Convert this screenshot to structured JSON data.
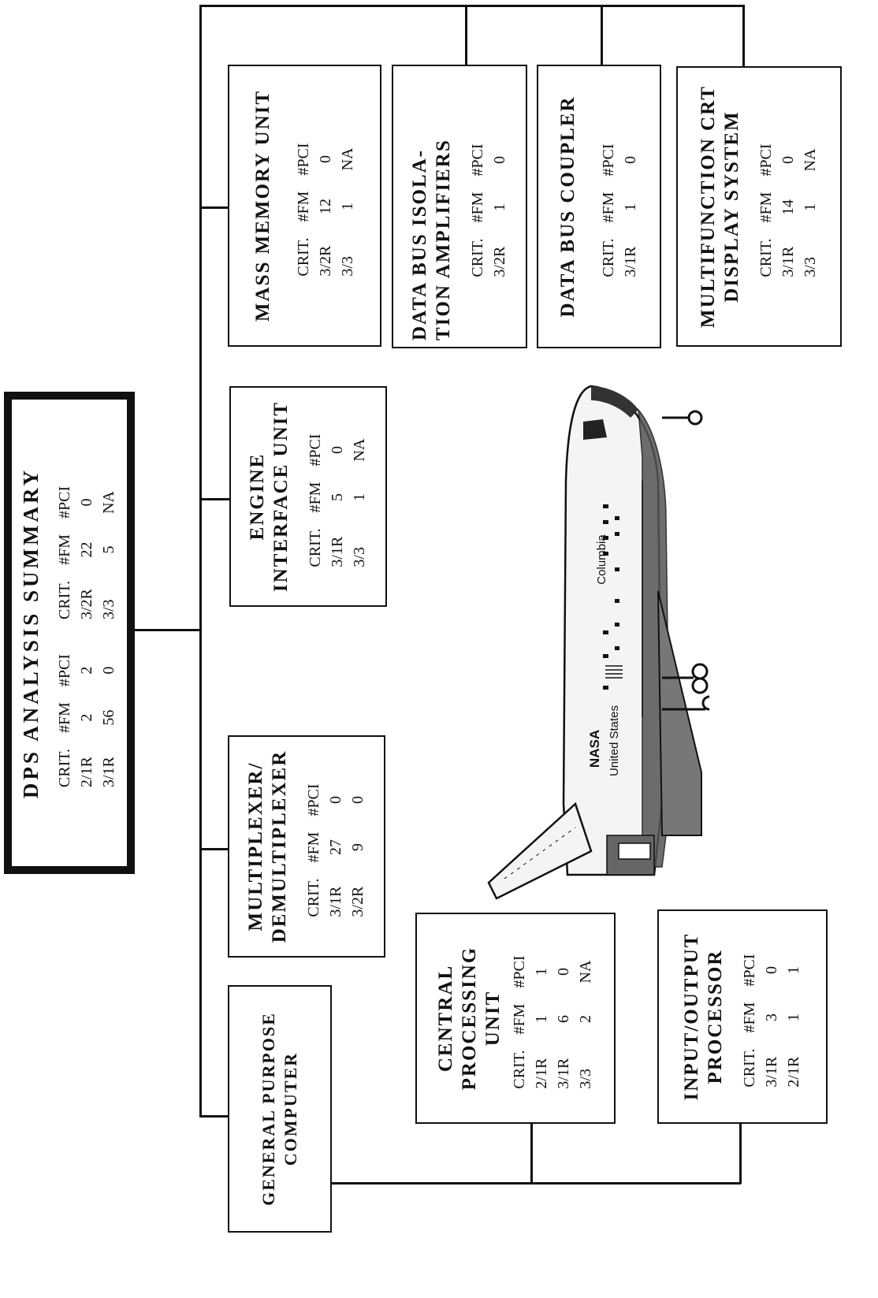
{
  "summary": {
    "title": "DPS ANALYSIS SUMMARY",
    "header": [
      "CRIT.",
      "#FM",
      "#PCI"
    ],
    "left_rows": [
      [
        "2/1R",
        "2",
        "2"
      ],
      [
        "3/1R",
        "56",
        "0"
      ]
    ],
    "right_rows": [
      [
        "3/2R",
        "22",
        "0"
      ],
      [
        "3/3",
        "5",
        "NA"
      ]
    ]
  },
  "gpc": {
    "title_line1": "GENERAL PURPOSE",
    "title_line2": "COMPUTER"
  },
  "cpu": {
    "title_line1": "CENTRAL",
    "title_line2": "PROCESSING",
    "title_line3": "UNIT",
    "header": [
      "CRIT.",
      "#FM",
      "#PCI"
    ],
    "rows": [
      [
        "2/1R",
        "1",
        "1"
      ],
      [
        "3/1R",
        "6",
        "0"
      ],
      [
        "3/3",
        "2",
        "NA"
      ]
    ]
  },
  "iop": {
    "title_line1": "INPUT/OUTPUT",
    "title_line2": "PROCESSOR",
    "header": [
      "CRIT.",
      "#FM",
      "#PCI"
    ],
    "rows": [
      [
        "3/1R",
        "3",
        "0"
      ],
      [
        "2/1R",
        "1",
        "1"
      ]
    ]
  },
  "mdm": {
    "title_line1": "MULTIPLEXER/",
    "title_line2": "DEMULTIPLEXER",
    "header": [
      "CRIT.",
      "#FM",
      "#PCI"
    ],
    "rows": [
      [
        "3/1R",
        "27",
        "0"
      ],
      [
        "3/2R",
        "9",
        "0"
      ]
    ]
  },
  "eiu": {
    "title_line1": "ENGINE",
    "title_line2": "INTERFACE UNIT",
    "header": [
      "CRIT.",
      "#FM",
      "#PCI"
    ],
    "rows": [
      [
        "3/1R",
        "5",
        "0"
      ],
      [
        "3/3",
        "1",
        "NA"
      ]
    ]
  },
  "mmu": {
    "title_line1": "MASS MEMORY UNIT",
    "header": [
      "CRIT.",
      "#FM",
      "#PCI"
    ],
    "rows": [
      [
        "3/2R",
        "12",
        "0"
      ],
      [
        "3/3",
        "1",
        "NA"
      ]
    ]
  },
  "dbia": {
    "title_line1": "DATA BUS ISOLA-",
    "title_line2": "TION AMPLIFIERS",
    "header": [
      "CRIT.",
      "#FM",
      "#PCI"
    ],
    "rows": [
      [
        "3/2R",
        "1",
        "0"
      ]
    ]
  },
  "dbc": {
    "title_line1": "DATA BUS COUPLER",
    "header": [
      "CRIT.",
      "#FM",
      "#PCI"
    ],
    "rows": [
      [
        "3/1R",
        "1",
        "0"
      ]
    ]
  },
  "mcds": {
    "title_line1": "MULTIFUNCTION CRT",
    "title_line2": "DISPLAY SYSTEM",
    "header": [
      "CRIT.",
      "#FM",
      "#PCI"
    ],
    "rows": [
      [
        "3/1R",
        "14",
        "0"
      ],
      [
        "3/3",
        "1",
        "NA"
      ]
    ]
  },
  "shuttle": {
    "name": "Columbia",
    "agency": "NASA",
    "country": "United States"
  }
}
